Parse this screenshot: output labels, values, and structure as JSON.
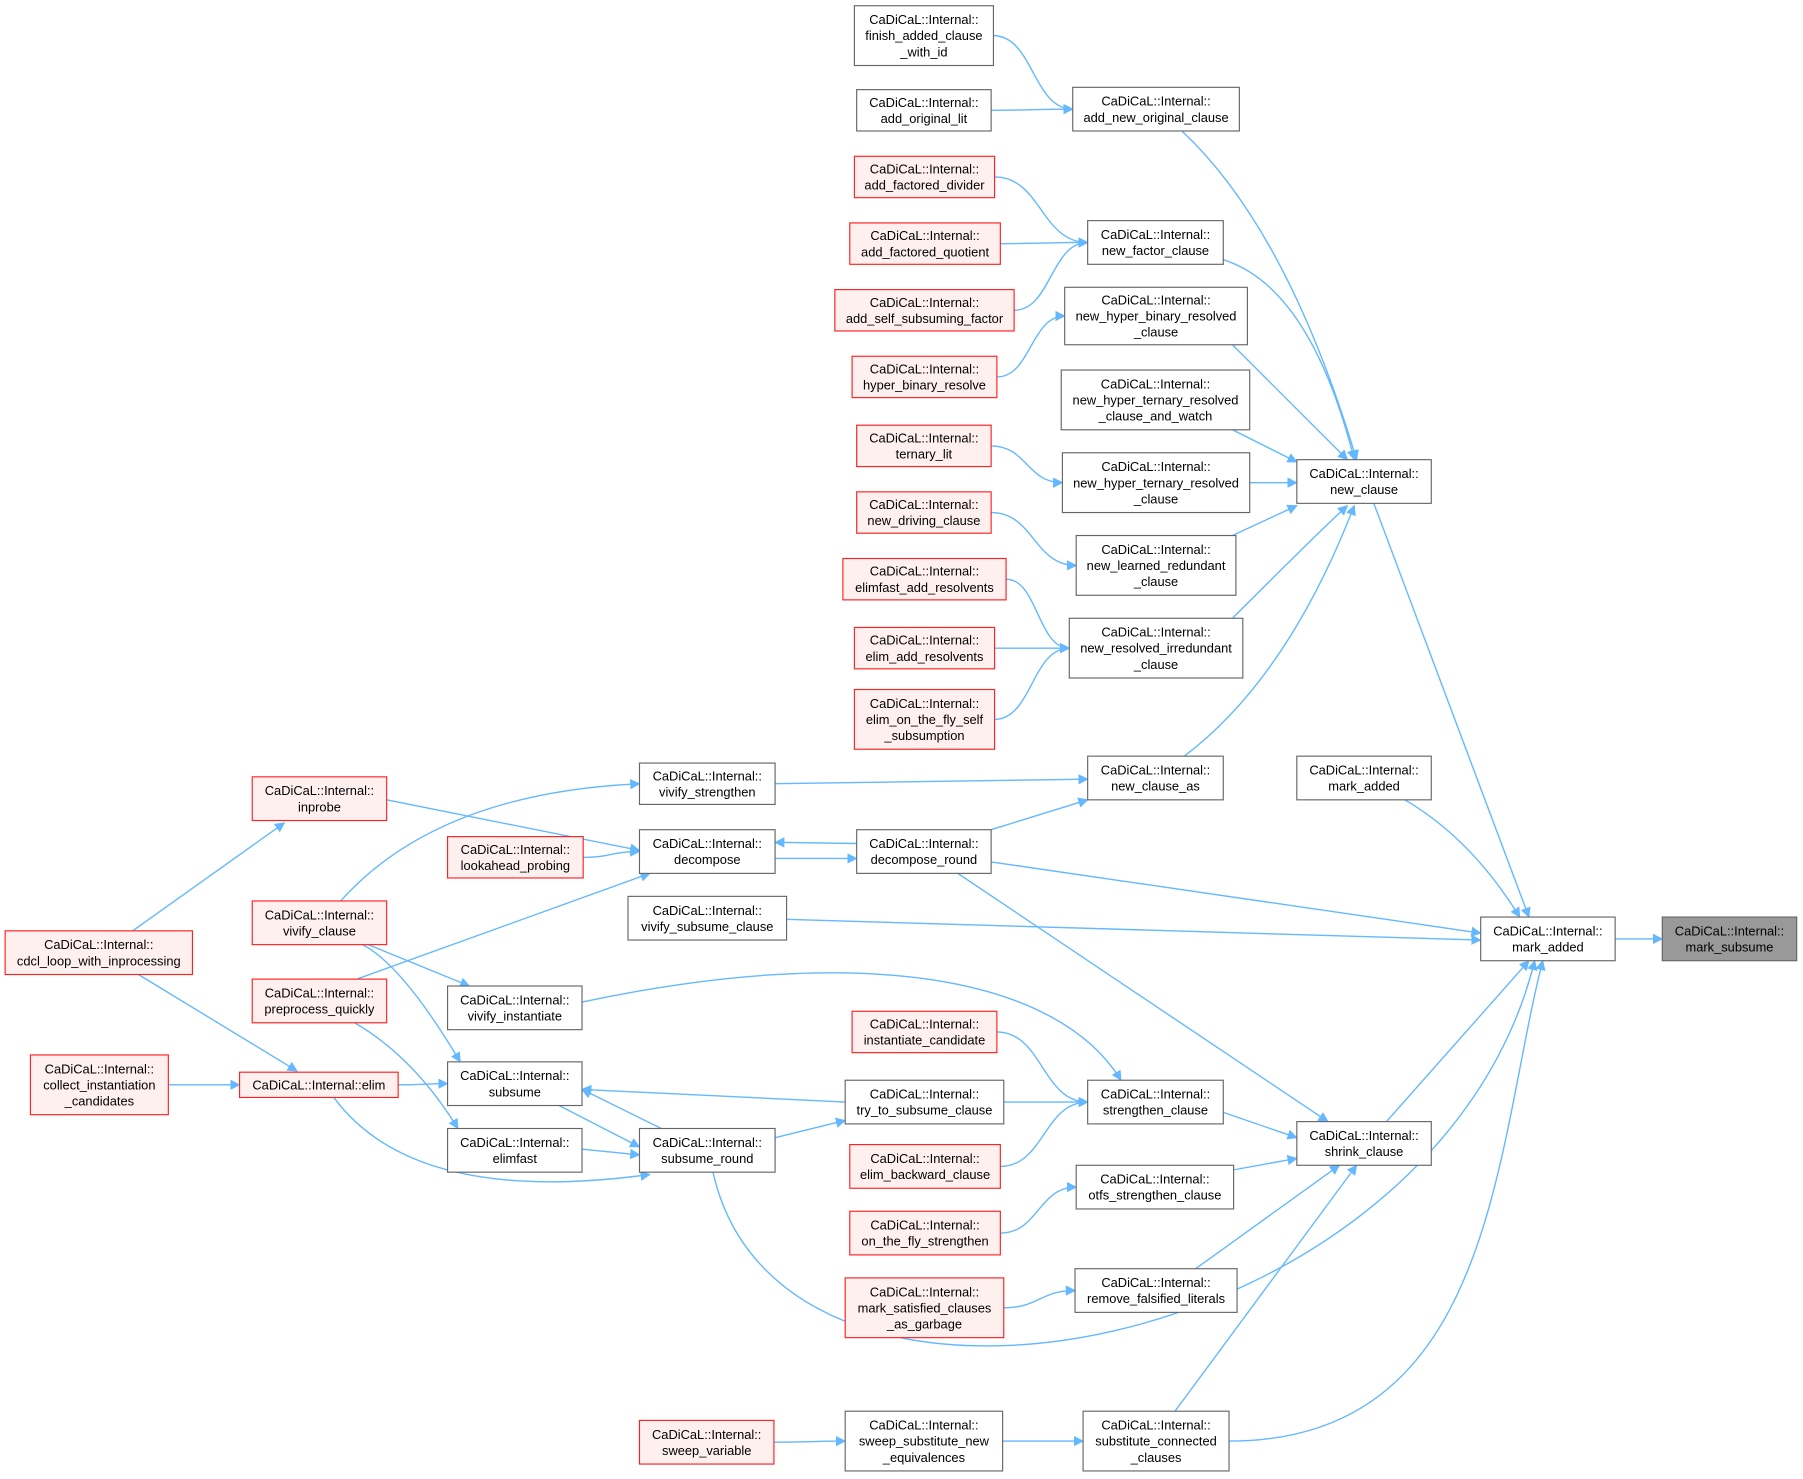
{
  "colors": {
    "edge": "#63b8ff",
    "normal_fill": "#ffffff",
    "normal_stroke": "#666666",
    "red_fill": "#fff0f0",
    "red_stroke": "#ff2020",
    "focus_fill": "#999999",
    "focus_stroke": "#666666"
  },
  "nodes": {
    "finish_added": {
      "lines": [
        "CaDiCaL::Internal::",
        "finish_added_clause",
        "_with_id"
      ],
      "kind": "normal"
    },
    "add_original_lit": {
      "lines": [
        "CaDiCaL::Internal::",
        "add_original_lit"
      ],
      "kind": "normal"
    },
    "add_new_original": {
      "lines": [
        "CaDiCaL::Internal::",
        "add_new_original_clause"
      ],
      "kind": "normal"
    },
    "add_factored_divider": {
      "lines": [
        "CaDiCaL::Internal::",
        "add_factored_divider"
      ],
      "kind": "red"
    },
    "add_factored_quotient": {
      "lines": [
        "CaDiCaL::Internal::",
        "add_factored_quotient"
      ],
      "kind": "red"
    },
    "add_self_subsuming": {
      "lines": [
        "CaDiCaL::Internal::",
        "add_self_subsuming_factor"
      ],
      "kind": "red"
    },
    "new_factor": {
      "lines": [
        "CaDiCaL::Internal::",
        "new_factor_clause"
      ],
      "kind": "normal"
    },
    "new_hyper_binary": {
      "lines": [
        "CaDiCaL::Internal::",
        "new_hyper_binary_resolved",
        "_clause"
      ],
      "kind": "normal"
    },
    "hyper_binary_resolve": {
      "lines": [
        "CaDiCaL::Internal::",
        "hyper_binary_resolve"
      ],
      "kind": "red"
    },
    "new_hyper_ternary_watch": {
      "lines": [
        "CaDiCaL::Internal::",
        "new_hyper_ternary_resolved",
        "_clause_and_watch"
      ],
      "kind": "normal"
    },
    "ternary_lit": {
      "lines": [
        "CaDiCaL::Internal::",
        "ternary_lit"
      ],
      "kind": "red"
    },
    "new_hyper_ternary": {
      "lines": [
        "CaDiCaL::Internal::",
        "new_hyper_ternary_resolved",
        "_clause"
      ],
      "kind": "normal"
    },
    "new_driving": {
      "lines": [
        "CaDiCaL::Internal::",
        "new_driving_clause"
      ],
      "kind": "red"
    },
    "new_learned": {
      "lines": [
        "CaDiCaL::Internal::",
        "new_learned_redundant",
        "_clause"
      ],
      "kind": "normal"
    },
    "elimfast_add": {
      "lines": [
        "CaDiCaL::Internal::",
        "elimfast_add_resolvents"
      ],
      "kind": "red"
    },
    "elim_add": {
      "lines": [
        "CaDiCaL::Internal::",
        "elim_add_resolvents"
      ],
      "kind": "red"
    },
    "elim_otf": {
      "lines": [
        "CaDiCaL::Internal::",
        "elim_on_the_fly_self",
        "_subsumption"
      ],
      "kind": "red"
    },
    "new_resolved": {
      "lines": [
        "CaDiCaL::Internal::",
        "new_resolved_irredundant",
        "_clause"
      ],
      "kind": "normal"
    },
    "new_clause": {
      "lines": [
        "CaDiCaL::Internal::",
        "new_clause"
      ],
      "kind": "normal"
    },
    "new_clause_as": {
      "lines": [
        "CaDiCaL::Internal::",
        "new_clause_as"
      ],
      "kind": "normal"
    },
    "mark_added_top": {
      "lines": [
        "CaDiCaL::Internal::",
        "mark_added"
      ],
      "kind": "normal"
    },
    "vivify_strengthen": {
      "lines": [
        "CaDiCaL::Internal::",
        "vivify_strengthen"
      ],
      "kind": "normal"
    },
    "inprobe": {
      "lines": [
        "CaDiCaL::Internal::",
        "inprobe"
      ],
      "kind": "red"
    },
    "lookahead_probing": {
      "lines": [
        "CaDiCaL::Internal::",
        "lookahead_probing"
      ],
      "kind": "red"
    },
    "decompose": {
      "lines": [
        "CaDiCaL::Internal::",
        "decompose"
      ],
      "kind": "normal"
    },
    "decompose_round": {
      "lines": [
        "CaDiCaL::Internal::",
        "decompose_round"
      ],
      "kind": "normal"
    },
    "vivify_clause": {
      "lines": [
        "CaDiCaL::Internal::",
        "vivify_clause"
      ],
      "kind": "red"
    },
    "vivify_subsume_clause": {
      "lines": [
        "CaDiCaL::Internal::",
        "vivify_subsume_clause"
      ],
      "kind": "normal"
    },
    "cdcl_loop": {
      "lines": [
        "CaDiCaL::Internal::",
        "cdcl_loop_with_inprocessing"
      ],
      "kind": "red"
    },
    "preprocess_quickly": {
      "lines": [
        "CaDiCaL::Internal::",
        "preprocess_quickly"
      ],
      "kind": "red"
    },
    "vivify_instantiate": {
      "lines": [
        "CaDiCaL::Internal::",
        "vivify_instantiate"
      ],
      "kind": "normal"
    },
    "mark_added": {
      "lines": [
        "CaDiCaL::Internal::",
        "mark_added"
      ],
      "kind": "normal"
    },
    "mark_subsume": {
      "lines": [
        "CaDiCaL::Internal::",
        "mark_subsume"
      ],
      "kind": "focus"
    },
    "collect_inst": {
      "lines": [
        "CaDiCaL::Internal::",
        "collect_instantiation",
        "_candidates"
      ],
      "kind": "red"
    },
    "elim": {
      "lines": [
        "CaDiCaL::Internal::elim"
      ],
      "kind": "red"
    },
    "subsume": {
      "lines": [
        "CaDiCaL::Internal::",
        "subsume"
      ],
      "kind": "normal"
    },
    "instantiate_candidate": {
      "lines": [
        "CaDiCaL::Internal::",
        "instantiate_candidate"
      ],
      "kind": "red"
    },
    "strengthen_clause": {
      "lines": [
        "CaDiCaL::Internal::",
        "strengthen_clause"
      ],
      "kind": "normal"
    },
    "try_to_subsume": {
      "lines": [
        "CaDiCaL::Internal::",
        "try_to_subsume_clause"
      ],
      "kind": "normal"
    },
    "shrink_clause": {
      "lines": [
        "CaDiCaL::Internal::",
        "shrink_clause"
      ],
      "kind": "normal"
    },
    "elimfast": {
      "lines": [
        "CaDiCaL::Internal::",
        "elimfast"
      ],
      "kind": "normal"
    },
    "subsume_round": {
      "lines": [
        "CaDiCaL::Internal::",
        "subsume_round"
      ],
      "kind": "normal"
    },
    "elim_backward": {
      "lines": [
        "CaDiCaL::Internal::",
        "elim_backward_clause"
      ],
      "kind": "red"
    },
    "otfs_strengthen": {
      "lines": [
        "CaDiCaL::Internal::",
        "otfs_strengthen_clause"
      ],
      "kind": "normal"
    },
    "on_the_fly_strengthen": {
      "lines": [
        "CaDiCaL::Internal::",
        "on_the_fly_strengthen"
      ],
      "kind": "red"
    },
    "remove_falsified": {
      "lines": [
        "CaDiCaL::Internal::",
        "remove_falsified_literals"
      ],
      "kind": "normal"
    },
    "mark_satisfied": {
      "lines": [
        "CaDiCaL::Internal::",
        "mark_satisfied_clauses",
        "_as_garbage"
      ],
      "kind": "red"
    },
    "sweep_variable": {
      "lines": [
        "CaDiCaL::Internal::",
        "sweep_variable"
      ],
      "kind": "red"
    },
    "sweep_substitute": {
      "lines": [
        "CaDiCaL::Internal::",
        "sweep_substitute_new",
        "_equivalences"
      ],
      "kind": "normal"
    },
    "substitute_connected": {
      "lines": [
        "CaDiCaL::Internal::",
        "substitute_connected",
        "_clauses"
      ],
      "kind": "normal"
    }
  },
  "edges": [
    [
      "finish_added",
      "add_new_original"
    ],
    [
      "add_original_lit",
      "add_new_original"
    ],
    [
      "add_new_original",
      "new_clause"
    ],
    [
      "add_factored_divider",
      "new_factor"
    ],
    [
      "add_factored_quotient",
      "new_factor"
    ],
    [
      "add_self_subsuming",
      "new_factor"
    ],
    [
      "new_factor",
      "new_clause"
    ],
    [
      "hyper_binary_resolve",
      "new_hyper_binary"
    ],
    [
      "new_hyper_binary",
      "new_clause"
    ],
    [
      "new_hyper_ternary_watch",
      "new_clause"
    ],
    [
      "ternary_lit",
      "new_hyper_ternary"
    ],
    [
      "new_hyper_ternary",
      "new_clause"
    ],
    [
      "new_driving",
      "new_learned"
    ],
    [
      "new_learned",
      "new_clause"
    ],
    [
      "elimfast_add",
      "new_resolved"
    ],
    [
      "elim_add",
      "new_resolved"
    ],
    [
      "elim_otf",
      "new_resolved"
    ],
    [
      "new_resolved",
      "new_clause"
    ],
    [
      "new_clause_as",
      "new_clause"
    ],
    [
      "new_clause",
      "mark_added"
    ],
    [
      "mark_added_top",
      "mark_added"
    ],
    [
      "decompose_round",
      "mark_added"
    ],
    [
      "vivify_subsume_clause",
      "mark_added"
    ],
    [
      "shrink_clause",
      "mark_added"
    ],
    [
      "subsume_round",
      "mark_added"
    ],
    [
      "substitute_connected",
      "mark_added"
    ],
    [
      "mark_added",
      "mark_subsume"
    ],
    [
      "vivify_strengthen",
      "new_clause_as"
    ],
    [
      "decompose_round",
      "new_clause_as"
    ],
    [
      "vivify_clause",
      "vivify_strengthen"
    ],
    [
      "inprobe",
      "decompose"
    ],
    [
      "lookahead_probing",
      "decompose"
    ],
    [
      "preprocess_quickly",
      "decompose"
    ],
    [
      "decompose",
      "decompose_round"
    ],
    [
      "decompose_round",
      "decompose"
    ],
    [
      "cdcl_loop",
      "inprobe"
    ],
    [
      "cdcl_loop",
      "elim"
    ],
    [
      "collect_inst",
      "elim"
    ],
    [
      "elim",
      "subsume"
    ],
    [
      "vivify_clause",
      "vivify_instantiate"
    ],
    [
      "vivify_clause",
      "subsume"
    ],
    [
      "preprocess_quickly",
      "elimfast"
    ],
    [
      "elim",
      "subsume_round"
    ],
    [
      "elimfast",
      "subsume_round"
    ],
    [
      "subsume",
      "subsume_round"
    ],
    [
      "subsume_round",
      "subsume"
    ],
    [
      "try_to_subsume",
      "subsume"
    ],
    [
      "subsume_round",
      "try_to_subsume"
    ],
    [
      "try_to_subsume",
      "strengthen_clause"
    ],
    [
      "instantiate_candidate",
      "strengthen_clause"
    ],
    [
      "elim_backward",
      "strengthen_clause"
    ],
    [
      "vivify_instantiate",
      "strengthen_clause"
    ],
    [
      "strengthen_clause",
      "shrink_clause"
    ],
    [
      "decompose_round",
      "shrink_clause"
    ],
    [
      "otfs_strengthen",
      "shrink_clause"
    ],
    [
      "on_the_fly_strengthen",
      "otfs_strengthen"
    ],
    [
      "remove_falsified",
      "shrink_clause"
    ],
    [
      "mark_satisfied",
      "remove_falsified"
    ],
    [
      "substitute_connected",
      "shrink_clause"
    ],
    [
      "sweep_variable",
      "sweep_substitute"
    ],
    [
      "sweep_substitute",
      "substitute_connected"
    ]
  ]
}
